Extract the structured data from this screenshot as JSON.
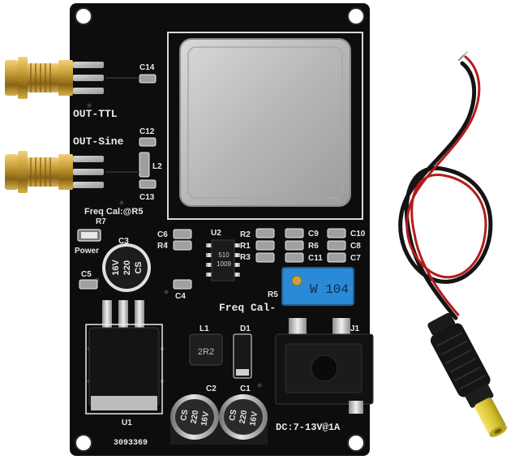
{
  "pcb": {
    "labels": {
      "out_ttl": "OUT-TTL",
      "out_sine": "OUT-Sine",
      "freq_cal_r5": "Freq Cal:@R5",
      "freq_cal": "Freq Cal-",
      "power": "Power",
      "dc_input": "DC:7-13V@1A",
      "serial": "3093369"
    },
    "refs": {
      "c14": "C14",
      "c12": "C12",
      "l2": "L2",
      "c13": "C13",
      "r7": "R7",
      "c3": "C3",
      "c5": "C5",
      "c6": "C6",
      "r4": "R4",
      "u2": "U2",
      "r2": "R2",
      "r1": "R1",
      "r3": "R3",
      "c9": "C9",
      "r6": "R6",
      "c11": "C11",
      "c10": "C10",
      "c8": "C8",
      "c7": "C7",
      "c4": "C4",
      "r5": "R5",
      "l1": "L1",
      "d1": "D1",
      "j1": "J1",
      "u1": "U1",
      "c2": "C2",
      "c1": "C1"
    },
    "components": {
      "cap_c3": {
        "line1": "16V",
        "line2": "220",
        "line3": "CS"
      },
      "cap_c2": {
        "line1": "CS",
        "line2": "220",
        "line3": "16V"
      },
      "cap_c1": {
        "line1": "CS",
        "line2": "220",
        "line3": "16V"
      },
      "ic_u2": {
        "line1": "510",
        "line2": "1009"
      },
      "inductor_l1": "2R2",
      "trimmer": "W 104"
    }
  },
  "colors": {
    "pcb": "#0d0d0d",
    "silkscreen": "#e9e9e9",
    "trimmer": "#2a8ad8",
    "gold": "#c9a03a",
    "cable_red": "#b51b1b",
    "cable_black": "#141414",
    "dc_tip": "#dccc38"
  }
}
